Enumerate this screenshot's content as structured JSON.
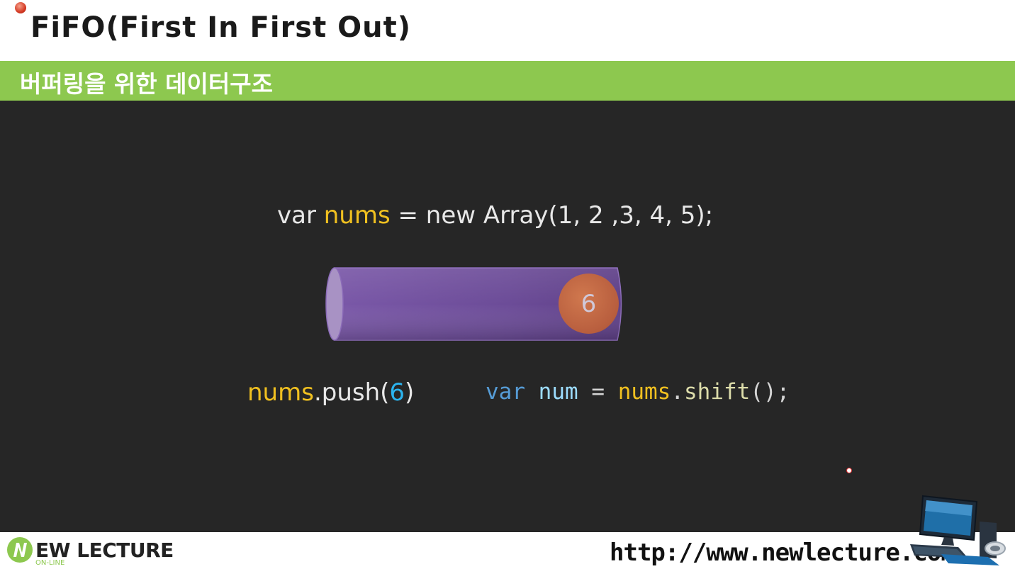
{
  "slide": {
    "title": "FiFO(First In First Out)",
    "subtitle": "버퍼링을 위한 데이터구조"
  },
  "code_top": {
    "p1": "var ",
    "p2": "nums",
    "p3": " = new Array(1, 2 ,3, 4, 5);"
  },
  "queue": {
    "ball_value": "6"
  },
  "code_push": {
    "p1": "nums",
    "p2": ".push(",
    "p3": "6",
    "p4": ")"
  },
  "code_shift": {
    "p1": "var",
    "p2": "num",
    "p3": "=",
    "p4": "nums",
    "p5": ".",
    "p6": "shift",
    "p7": "();"
  },
  "footer": {
    "logo_main": "EW LECTURE",
    "logo_sub": "ON-LINE",
    "url": "http://www.newlecture.com"
  },
  "colors": {
    "accent_green": "#8dc84f",
    "background_dark": "#262626",
    "tube_purple": "#6b4a96",
    "ball_orange": "#b85e3e"
  },
  "icons": [
    "bullet-icon",
    "computer-icon",
    "logo-n-icon"
  ]
}
